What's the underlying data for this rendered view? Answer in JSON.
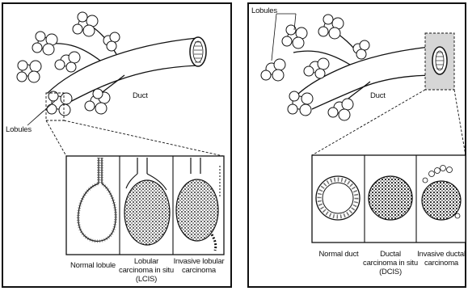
{
  "left_panel": {
    "lobules_label": "Lobules",
    "duct_label": "Duct",
    "captions": [
      "Normal lobule",
      "Lobular carcinoma in situ (LCIS)",
      "Invasive lobular carcinoma"
    ]
  },
  "right_panel": {
    "lobules_label": "Lobules",
    "duct_label": "Duct",
    "captions": [
      "Normal duct",
      "Ductal carcinoma in situ (DCIS)",
      "Invasive ductal carcinoma"
    ]
  },
  "colors": {
    "line": "#111111",
    "shade": "#555555",
    "background": "#ffffff"
  }
}
